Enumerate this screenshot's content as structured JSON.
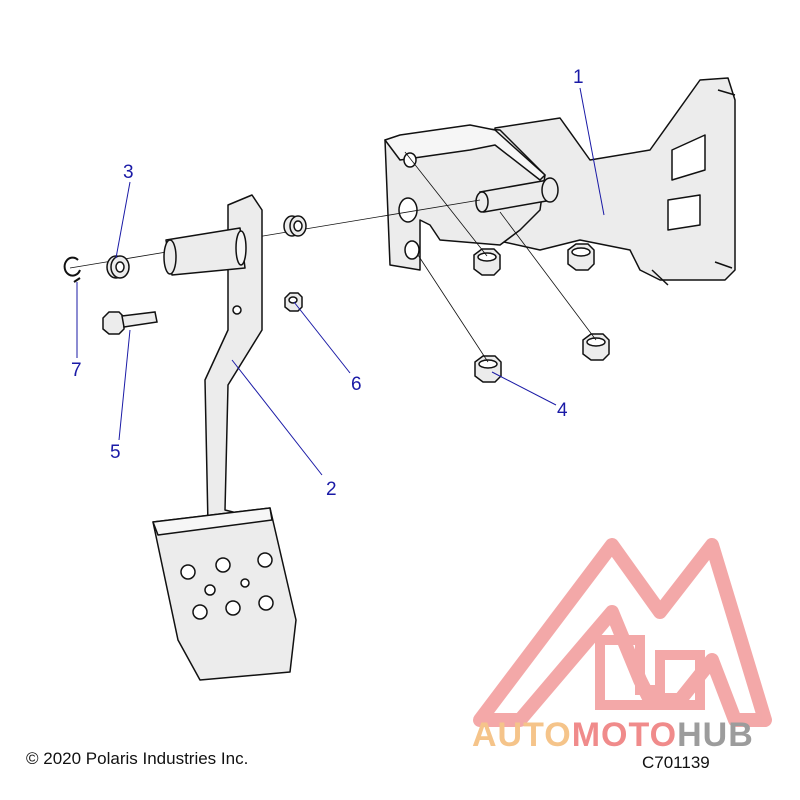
{
  "callouts": [
    {
      "id": "1",
      "label": "1"
    },
    {
      "id": "2",
      "label": "2"
    },
    {
      "id": "3",
      "label": "3"
    },
    {
      "id": "4",
      "label": "4"
    },
    {
      "id": "5",
      "label": "5"
    },
    {
      "id": "6",
      "label": "6"
    },
    {
      "id": "7",
      "label": "7"
    }
  ],
  "copyright": "© 2020 Polaris Industries Inc.",
  "part_number": "C701139",
  "watermark": {
    "part1": "AUTO",
    "part2": "MOTO",
    "part3": "HUB"
  },
  "colors": {
    "callout": "#1a1aa6",
    "part_fill": "#ececec",
    "outline": "#111111",
    "watermark_red": "#f08b8b",
    "watermark_orange": "#f5c48a",
    "watermark_gray": "#9c9c9c"
  }
}
